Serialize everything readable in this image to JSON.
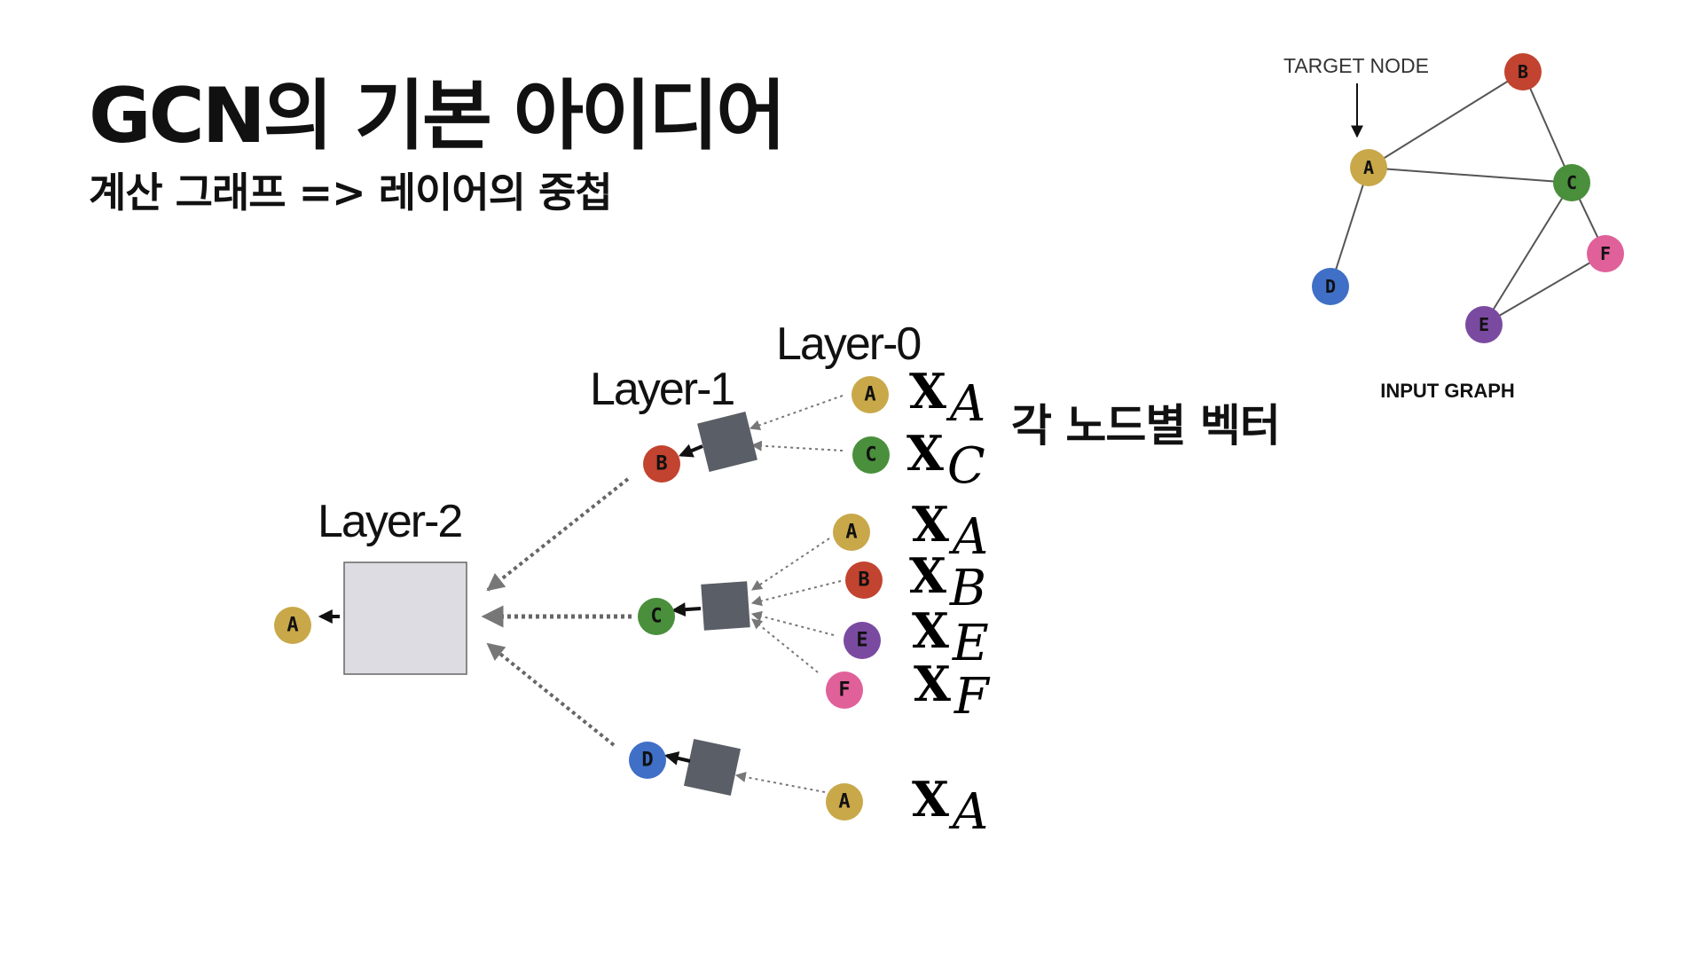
{
  "slide": {
    "title": "GCN의 기본 아이디어",
    "subtitle": "계산 그래프 => 레이어의 중첩",
    "note": "각 노드별 벡터"
  },
  "layers": {
    "layer0": "Layer-0",
    "layer1": "Layer-1",
    "layer2": "Layer-2"
  },
  "feature_vectors": [
    {
      "symbol": "X",
      "node": "A"
    },
    {
      "symbol": "X",
      "node": "C"
    },
    {
      "symbol": "X",
      "node": "A"
    },
    {
      "symbol": "X",
      "node": "B"
    },
    {
      "symbol": "X",
      "node": "E"
    },
    {
      "symbol": "X",
      "node": "F"
    },
    {
      "symbol": "X",
      "node": "A"
    }
  ],
  "computation_graph": {
    "root": "A",
    "layer1_nodes": [
      "B",
      "C",
      "D"
    ],
    "layer0_neighbors": {
      "B": [
        "A",
        "C"
      ],
      "C": [
        "A",
        "B",
        "E",
        "F"
      ],
      "D": [
        "A"
      ]
    }
  },
  "input_graph": {
    "target_label": "TARGET NODE",
    "caption": "INPUT GRAPH",
    "target": "A",
    "nodes": [
      "A",
      "B",
      "C",
      "D",
      "E",
      "F"
    ],
    "edges": [
      [
        "A",
        "B"
      ],
      [
        "A",
        "C"
      ],
      [
        "B",
        "C"
      ],
      [
        "A",
        "D"
      ],
      [
        "C",
        "E"
      ],
      [
        "C",
        "F"
      ],
      [
        "E",
        "F"
      ]
    ]
  },
  "colors": {
    "A": "#c9a84a",
    "B": "#c2432f",
    "C": "#4a8f3c",
    "D": "#3f6fc6",
    "E": "#7a4aa0",
    "F": "#e0609a",
    "aggregator": "#5a5e66",
    "big_box": "#dcdce2"
  }
}
